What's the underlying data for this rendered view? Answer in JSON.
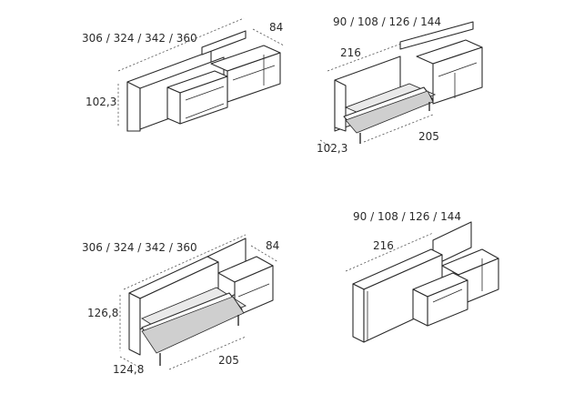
{
  "views": [
    {
      "name": "bed-closed-with-shelf",
      "width_label": "306 / 324 / 342 / 360",
      "depth_label": "84",
      "height_label": "102,3"
    },
    {
      "name": "single-bed-open",
      "width_label": "90 / 108 / 126 / 144",
      "depth_label": "216",
      "length_label": "205",
      "height_label": "102,3"
    },
    {
      "name": "double-bed-open",
      "width_label": "306 / 324 / 342 / 360",
      "depth_label": "84",
      "height_label": "126,8",
      "bed_depth_label": "124,8",
      "length_label": "205"
    },
    {
      "name": "single-bed-closed",
      "width_label": "90 / 108 / 126 / 144",
      "depth_label": "216"
    }
  ]
}
